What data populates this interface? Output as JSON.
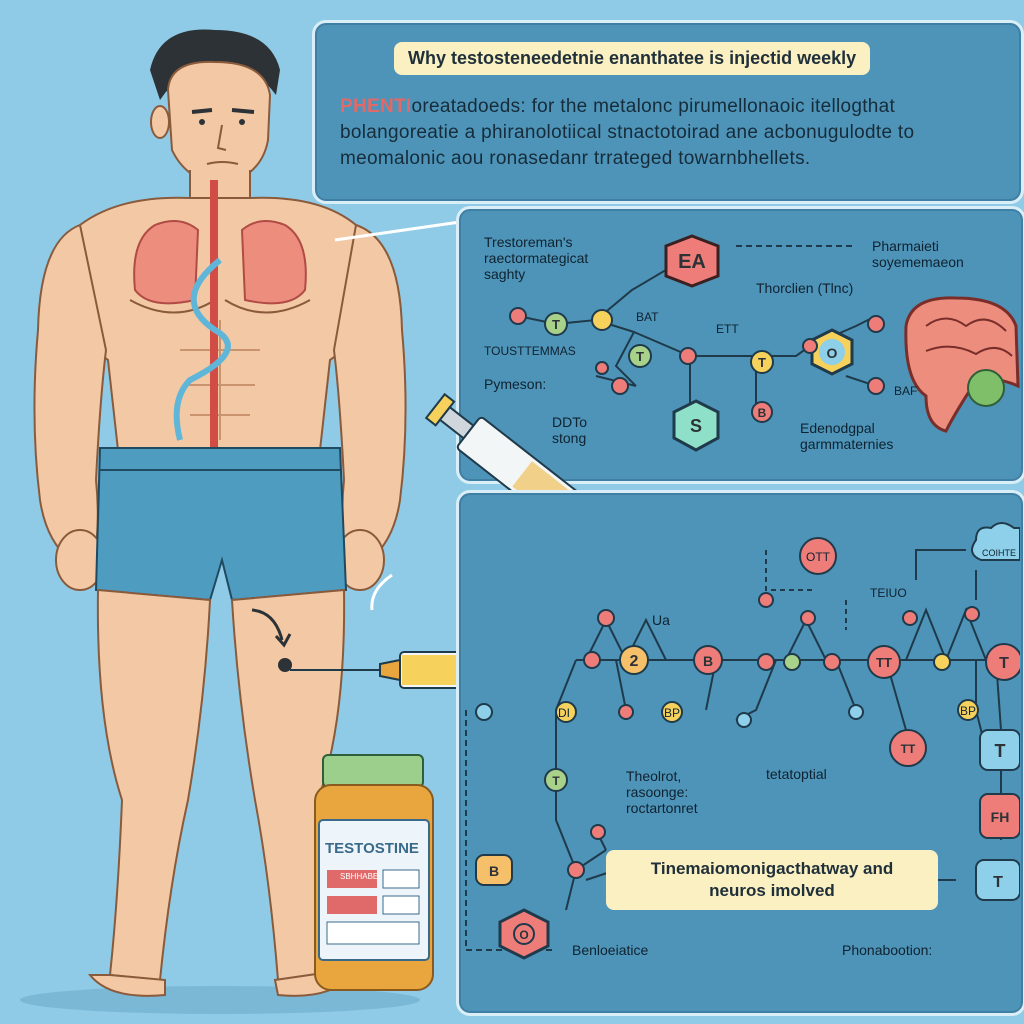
{
  "top_panel": {
    "title": "Why testosteneedetnie enanthatee is injectid weekly",
    "paragraph_highlight": "PHENTI",
    "paragraph_text": "oreatadoeds: for the metalonc pirumellonaoic itellogthat bolangoreatie a phiranolotiical stnactotoirad ane acbonugulodte to meomalonic aou ronasedanr trrateged towarnbhellets."
  },
  "molecule_panel": {
    "labels": {
      "testosterone": "Trestoreman's raectormategicat saghty",
      "pharma_top_right": "Pharmaieti soyememaeon",
      "thorection": "Thorclien (Tlnc)",
      "testing": "TOUSTTEMMAS",
      "pymeson": "Pymeson:",
      "ddto": "DDTo stong",
      "edenodgpal": "Edenodgpal garmmaternies",
      "bat_left": "BAT",
      "ett": "ETT",
      "baf_right": "BAF"
    },
    "nodes": {
      "ea": "EA",
      "s": "S",
      "t1": "T",
      "t2": "T",
      "t3": "T",
      "b": "B",
      "o": "O"
    }
  },
  "pathway_panel": {
    "top_labels": {
      "ua": "Ua",
      "teiuo": "TEIUO",
      "ott": "OTT",
      "cloud": "COIHTE"
    },
    "mid_labels": {
      "theoriot": "Theolrot, rasoonge: roctartonret",
      "tetatoptial": "tetatoptial",
      "benloclatice": "Benloeiatice",
      "pharabotion": "Phonabootion:",
      "di": "DI",
      "bp": "BP",
      "bp2": "BP"
    },
    "bottom_pill": "Tinemaiomonigacthatway and neuros imolved",
    "nodes": {
      "two": "2",
      "b_node": "B",
      "tt": "TT",
      "t_right": "T",
      "t_lower": "T",
      "fh": "FH",
      "t_bottom": "T",
      "t_small": "T",
      "b_bottom": "B",
      "o_bottom": "O",
      "tt_lower": "TT"
    }
  },
  "bottle": {
    "label": "TESTOSTINE",
    "sublabel": "SBHHABE"
  },
  "colors": {
    "background": "#8fcbe6",
    "panel": "#4e94b8",
    "pill": "#fbf0c2",
    "skin": "#f2c9a4",
    "shorts": "#4f9cc1",
    "node_red": "#ee7d7a",
    "node_green": "#a8d28a",
    "node_yellow": "#f6d25c",
    "node_blue": "#8ecfe9"
  }
}
